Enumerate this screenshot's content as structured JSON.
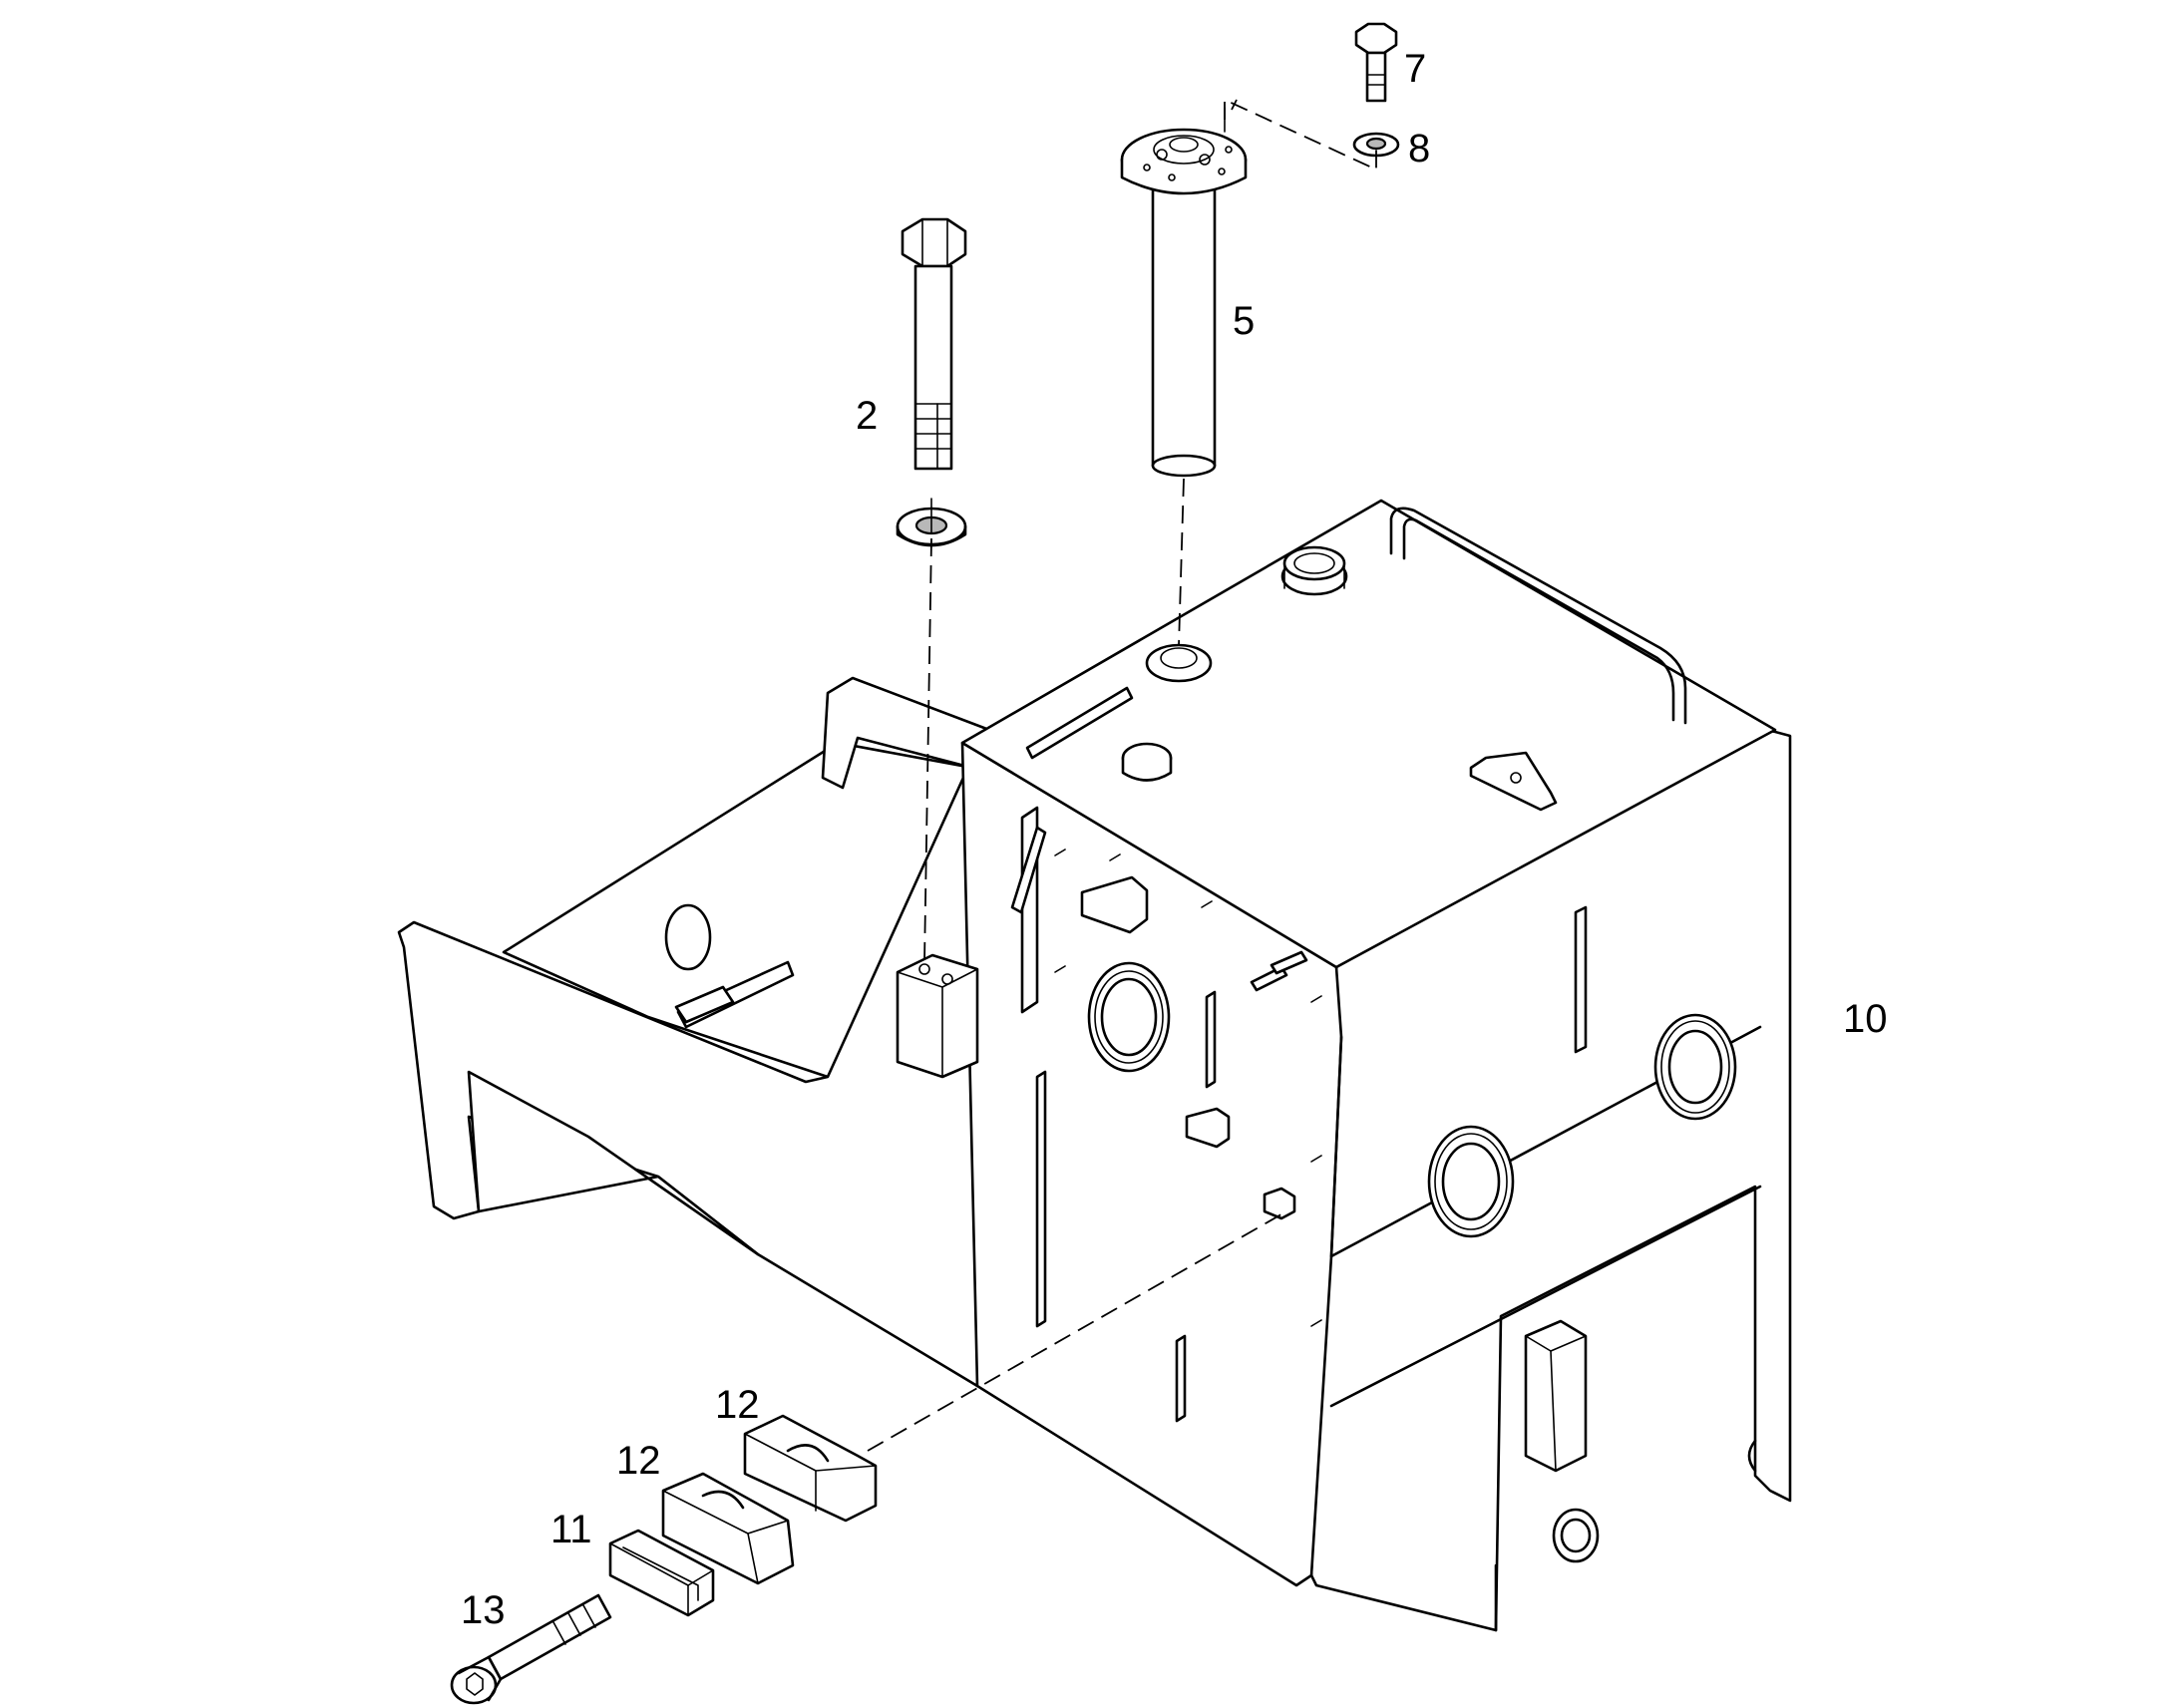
{
  "callouts": {
    "c2": "2",
    "c5": "5",
    "c7": "7",
    "c8": "8",
    "c10": "10",
    "c11": "11",
    "c12a": "12",
    "c12b": "12",
    "c13": "13"
  },
  "colors": {
    "line": "#000000",
    "background": "#ffffff",
    "shade": "#b8b8b8"
  }
}
